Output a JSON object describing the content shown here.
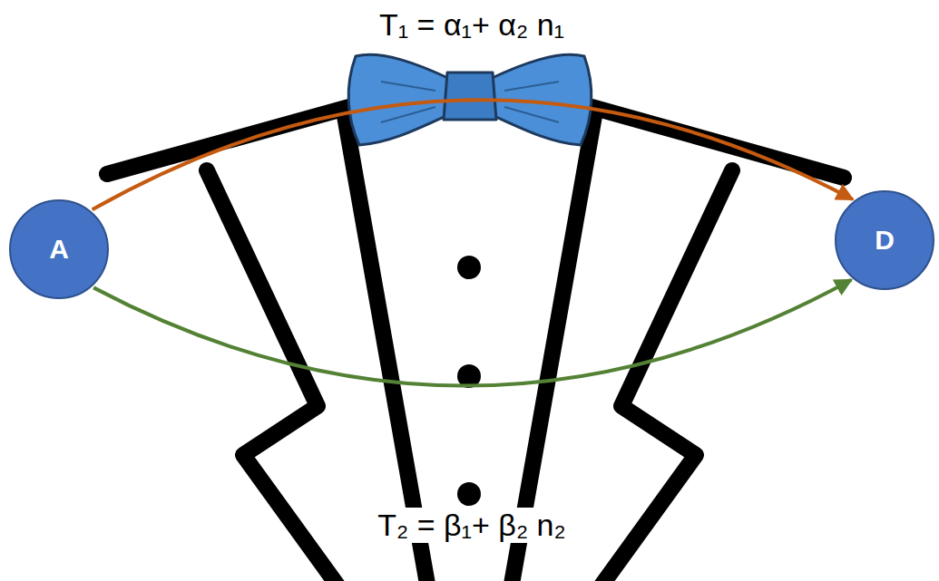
{
  "diagram": {
    "nodes": [
      {
        "text": [
          "A"
        ]
      },
      {
        "text": [
          "D"
        ]
      }
    ],
    "edges": [
      {
        "from": 0,
        "to": 1,
        "arrow": "to",
        "label": "T₁ = α₁+ α₂ n₁"
      },
      {
        "from": 0,
        "to": 1,
        "arrow": "to",
        "label": "T₂ = β₁+ β₂ n₂"
      }
    ]
  }
}
